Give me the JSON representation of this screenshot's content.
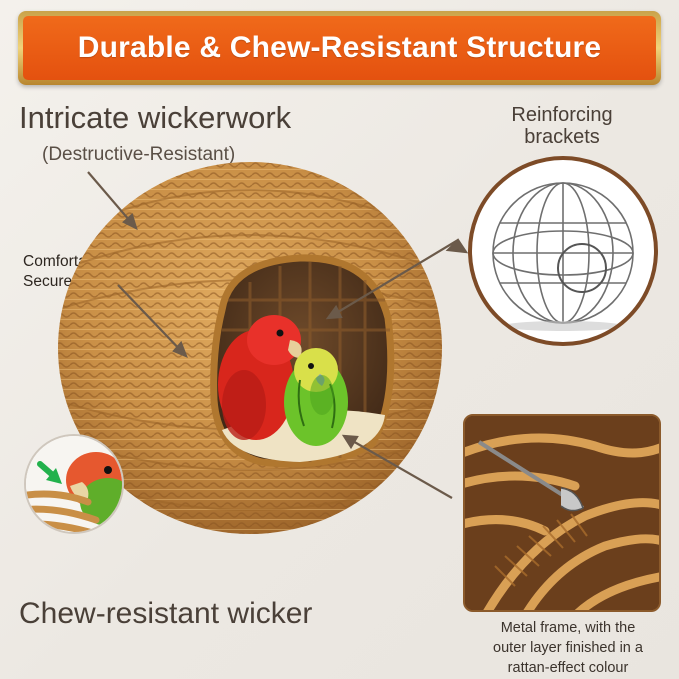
{
  "banner": {
    "title": "Durable & Chew-Resistant Structure"
  },
  "labels": {
    "wickerwork": "Intricate wickerwork",
    "destructive_resistant": "(Destructive-Resistant)",
    "openings_line1": "Comfortable &",
    "openings_line2": "Secure Openings",
    "brackets_line1": "Reinforcing",
    "brackets_line2": "brackets",
    "chew_resistant": "Chew-resistant wicker",
    "metal_line1": "Metal frame, with the",
    "metal_line2": "outer layer finished in a",
    "metal_line3": "rattan-effect colour"
  },
  "colors": {
    "banner_orange": "#e8571a",
    "banner_gold": "#d9b35a",
    "rattan": "#c98f46",
    "circle_border": "#7d4b27",
    "text": "#4a4038",
    "arrow_green": "#22b14c"
  },
  "icons": [
    "arrow-icon",
    "green-arrow-icon"
  ]
}
